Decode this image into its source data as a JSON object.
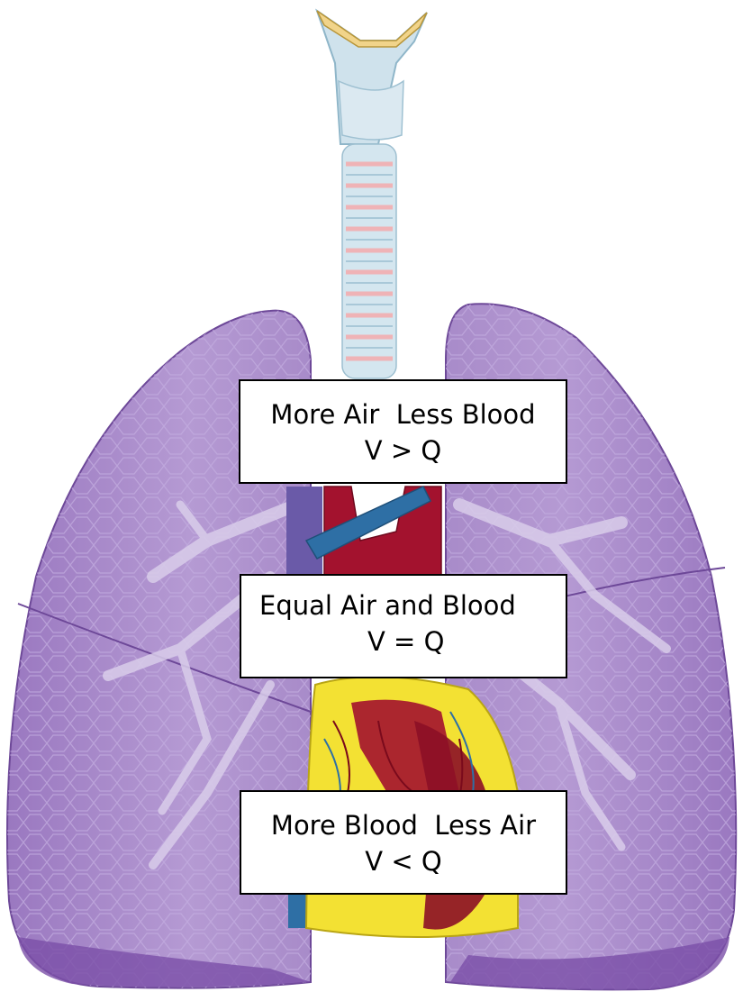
{
  "labels": {
    "top": {
      "line1": "More Air  Less Blood",
      "line2": "V > Q"
    },
    "middle": {
      "line1": "Equal Air and Blood",
      "line2": "V = Q"
    },
    "bottom": {
      "line1": "More Blood  Less Air",
      "line2": "V < Q"
    }
  },
  "colors": {
    "lung": "#a98bc8",
    "lung_dark": "#7a4fa8",
    "trachea": "#c9dde8",
    "trachea_ring_pink": "#efb3b6",
    "thyroid_cartilage": "#f1d48a",
    "heart_fat": "#f3e133",
    "heart_muscle": "#a3122e",
    "vein_blue": "#2e6fa5",
    "box_border": "#000000"
  },
  "icons": [
    "lungs-illustration",
    "trachea-illustration",
    "heart-illustration"
  ]
}
